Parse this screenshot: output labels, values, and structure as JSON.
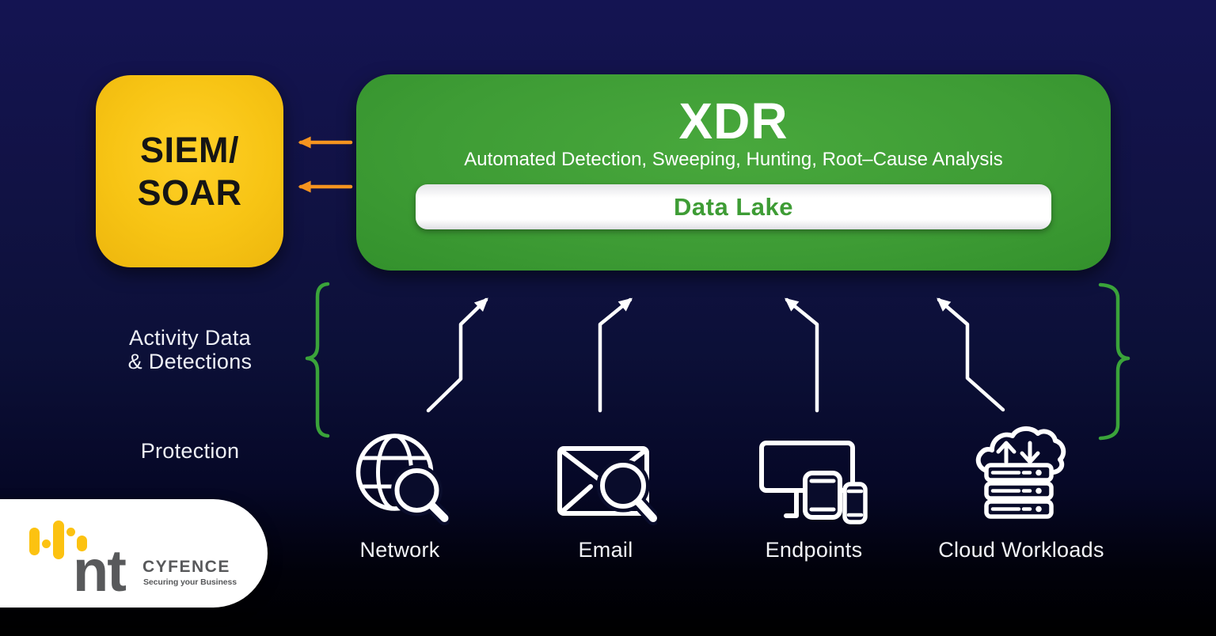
{
  "colors": {
    "bg-top": "#141452",
    "bg-mid": "#0c1038",
    "bg-bottom": "#000000",
    "panel-yellow": "#f7c414",
    "panel-green": "#3e9c35",
    "green-text": "#3e9c35",
    "brace-green": "#3aa33a",
    "arrow-orange": "#f5941f",
    "arrow-white": "#ffffff",
    "text-white": "#ffffff",
    "text-black": "#151515",
    "logo-gray": "#58595b",
    "logo-yellow": "#fcc211",
    "icon-fill-dark": "#090c2b"
  },
  "siem_soar": {
    "line1": "SIEM/",
    "line2": "SOAR"
  },
  "xdr": {
    "title": "XDR",
    "subtitle": "Automated Detection, Sweeping, Hunting, Root–Cause Analysis",
    "data_lake": "Data Lake"
  },
  "annotations": {
    "activity_line1": "Activity Data",
    "activity_line2": "& Detections",
    "protection": "Protection"
  },
  "sources": [
    {
      "label": "Network",
      "icon": "globe-magnifier-icon"
    },
    {
      "label": "Email",
      "icon": "envelope-magnifier-icon"
    },
    {
      "label": "Endpoints",
      "icon": "devices-icon"
    },
    {
      "label": "Cloud Workloads",
      "icon": "cloud-servers-icon"
    }
  ],
  "logo": {
    "brand": "nt",
    "name": "CYFENCE",
    "tagline": "Securing your Business"
  }
}
